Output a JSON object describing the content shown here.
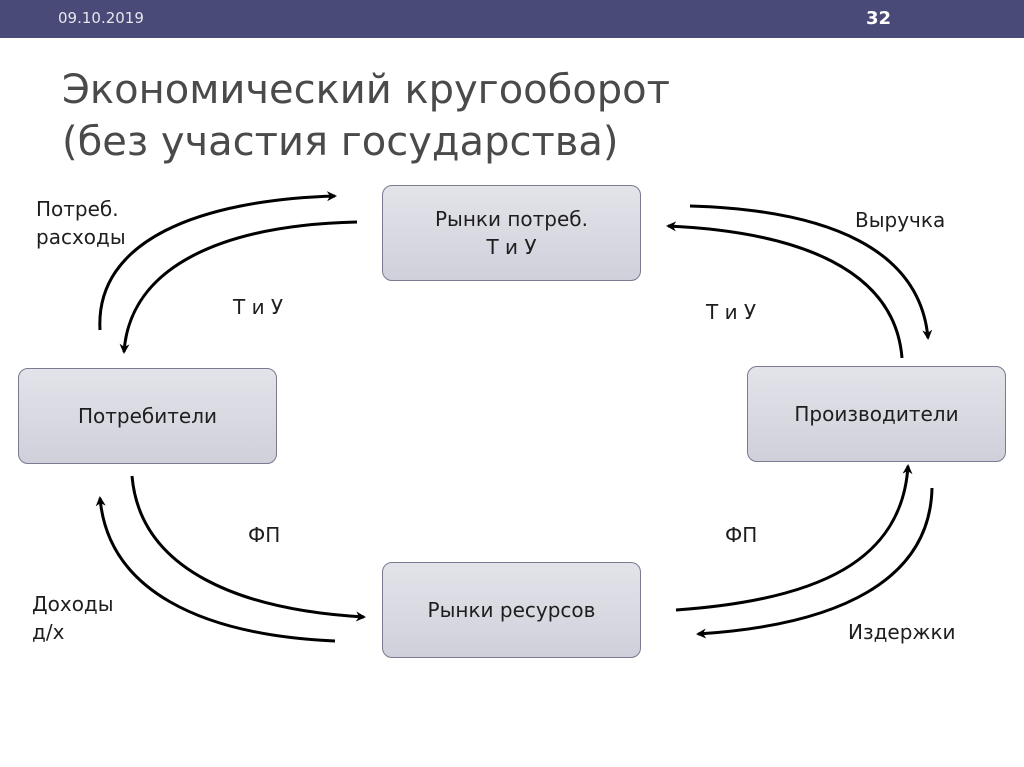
{
  "header": {
    "date": "09.10.2019",
    "slide_number": "32"
  },
  "title": {
    "line1": "Экономический кругооборот",
    "line2": "(без участия государства)"
  },
  "nodes": {
    "consumer_market": {
      "line1": "Рынки потреб.",
      "line2": "Т и У"
    },
    "consumers": {
      "label": "Потребители"
    },
    "producers": {
      "label": "Производители"
    },
    "resource_market": {
      "label": "Рынки ресурсов"
    }
  },
  "labels": {
    "consumer_spending": {
      "line1": "Потреб.",
      "line2": "расходы"
    },
    "goods_left": "Т и У",
    "revenue": "Выручка",
    "goods_right": "Т и У",
    "fp_left": "ФП",
    "fp_right": "ФП",
    "income": {
      "line1": "Доходы",
      "line2": "д/х"
    },
    "costs": "Издержки"
  },
  "colors": {
    "header_bar": "#4a4a78",
    "node_fill": "#d8d9e2",
    "node_border": "#7a7a90",
    "arrow": "#000000"
  }
}
